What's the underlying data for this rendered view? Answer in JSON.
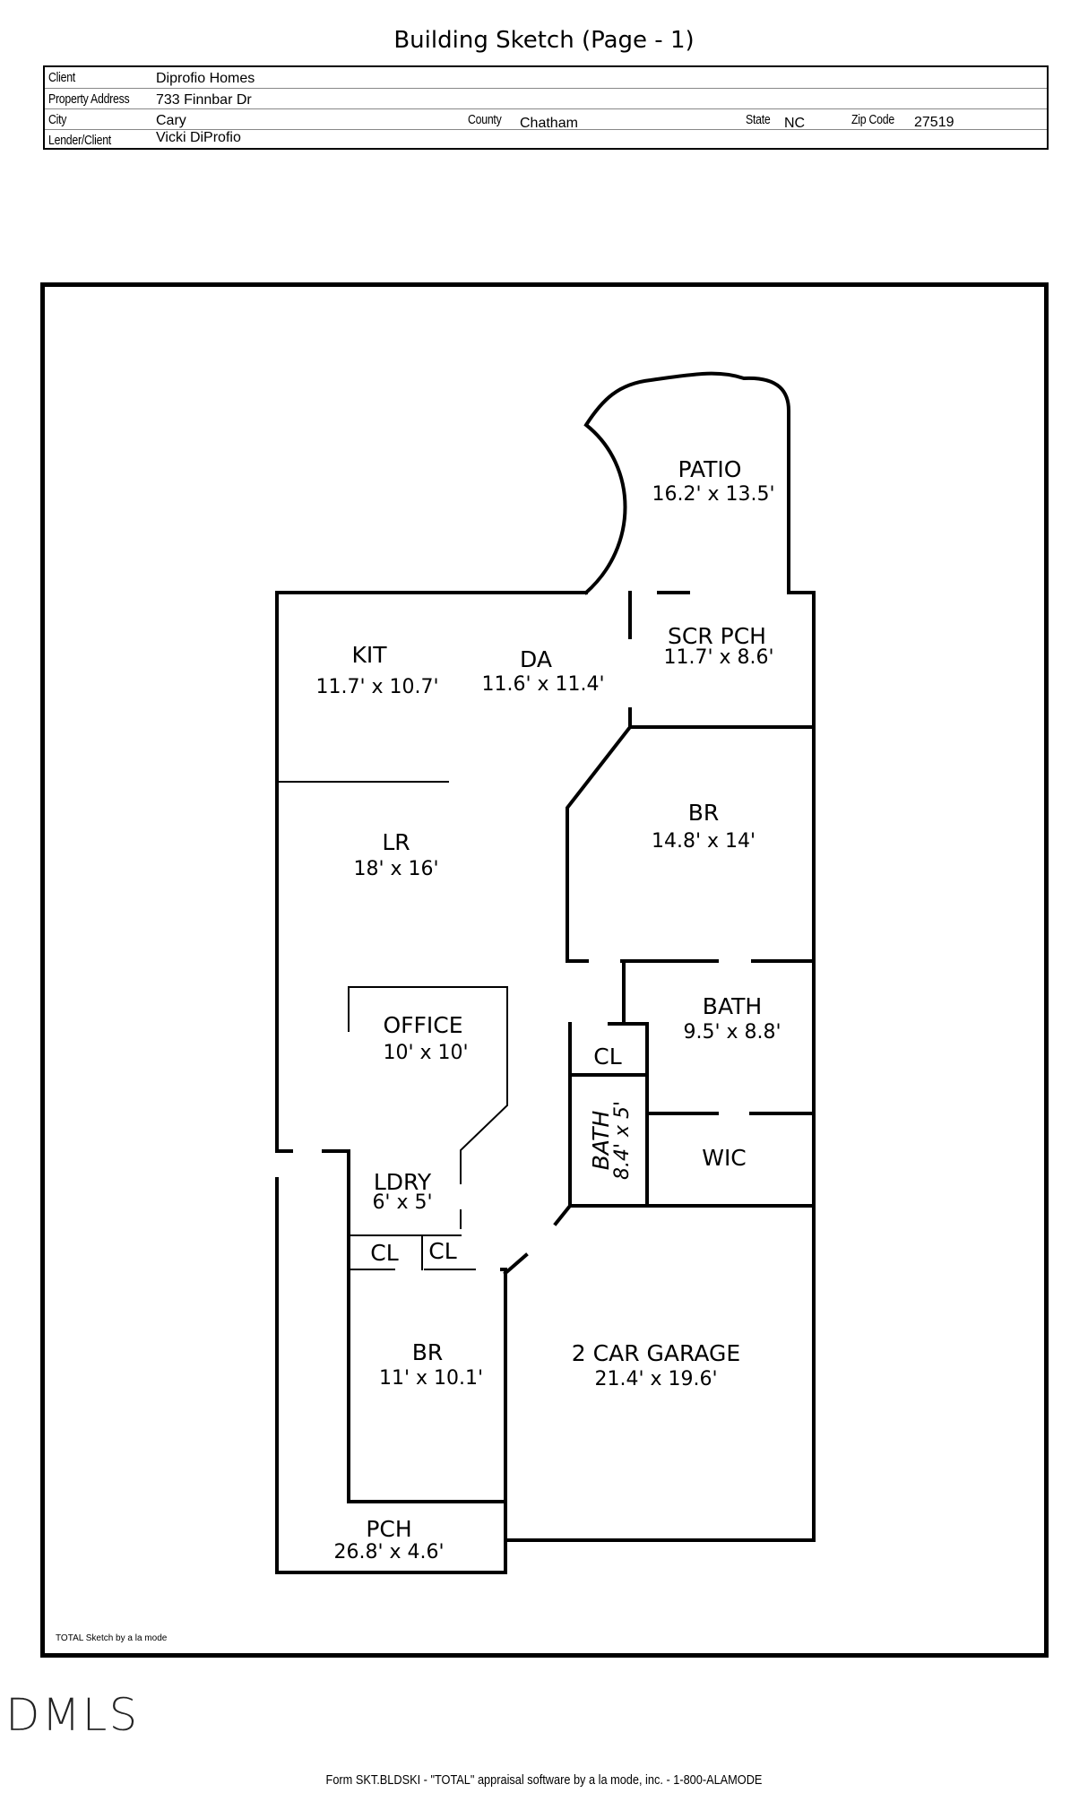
{
  "title": "Building Sketch (Page - 1)",
  "header": {
    "client_label": "Client",
    "client_value": "Diprofio Homes",
    "address_label": "Property Address",
    "address_value": "733 Finnbar Dr",
    "city_label": "City",
    "city_value": "Cary",
    "county_label": "County",
    "county_value": "Chatham",
    "state_label": "State",
    "state_value": "NC",
    "zip_label": "Zip Code",
    "zip_value": "27519",
    "lender_label": "Lender/Client",
    "lender_value": "Vicki DiProfio"
  },
  "rooms": {
    "patio": {
      "name": "PATIO",
      "dim": "16.2' x 13.5'"
    },
    "kit": {
      "name": "KIT",
      "dim": "11.7' x 10.7'"
    },
    "da": {
      "name": "DA",
      "dim": "11.6' x 11.4'"
    },
    "scr_pch": {
      "name": "SCR PCH",
      "dim": "11.7' x 8.6'"
    },
    "br_master": {
      "name": "BR",
      "dim": "14.8' x 14'"
    },
    "lr": {
      "name": "LR",
      "dim": "18' x 16'"
    },
    "bath_master": {
      "name": "BATH",
      "dim": "9.5' x 8.8'"
    },
    "office": {
      "name": "OFFICE",
      "dim": "10' x 10'"
    },
    "cl_bath": {
      "name": "CL"
    },
    "bath2": {
      "name": "BATH",
      "dim": "8.4' x 5'"
    },
    "wic": {
      "name": "WIC"
    },
    "ldry": {
      "name": "LDRY",
      "dim": "6' x 5'"
    },
    "cl_left": {
      "name": "CL"
    },
    "cl_right": {
      "name": "CL"
    },
    "br2": {
      "name": "BR",
      "dim": "11' x 10.1'"
    },
    "garage": {
      "name": "2 CAR GARAGE",
      "dim": "21.4' x 19.6'"
    },
    "pch": {
      "name": "PCH",
      "dim": "26.8' x 4.6'"
    }
  },
  "sketch_credit": "TOTAL Sketch by a la mode",
  "logo_text": "DMLS",
  "footer": "Form SKT.BLDSKI - \"TOTAL\" appraisal software by a la mode, inc. - 1-800-ALAMODE"
}
